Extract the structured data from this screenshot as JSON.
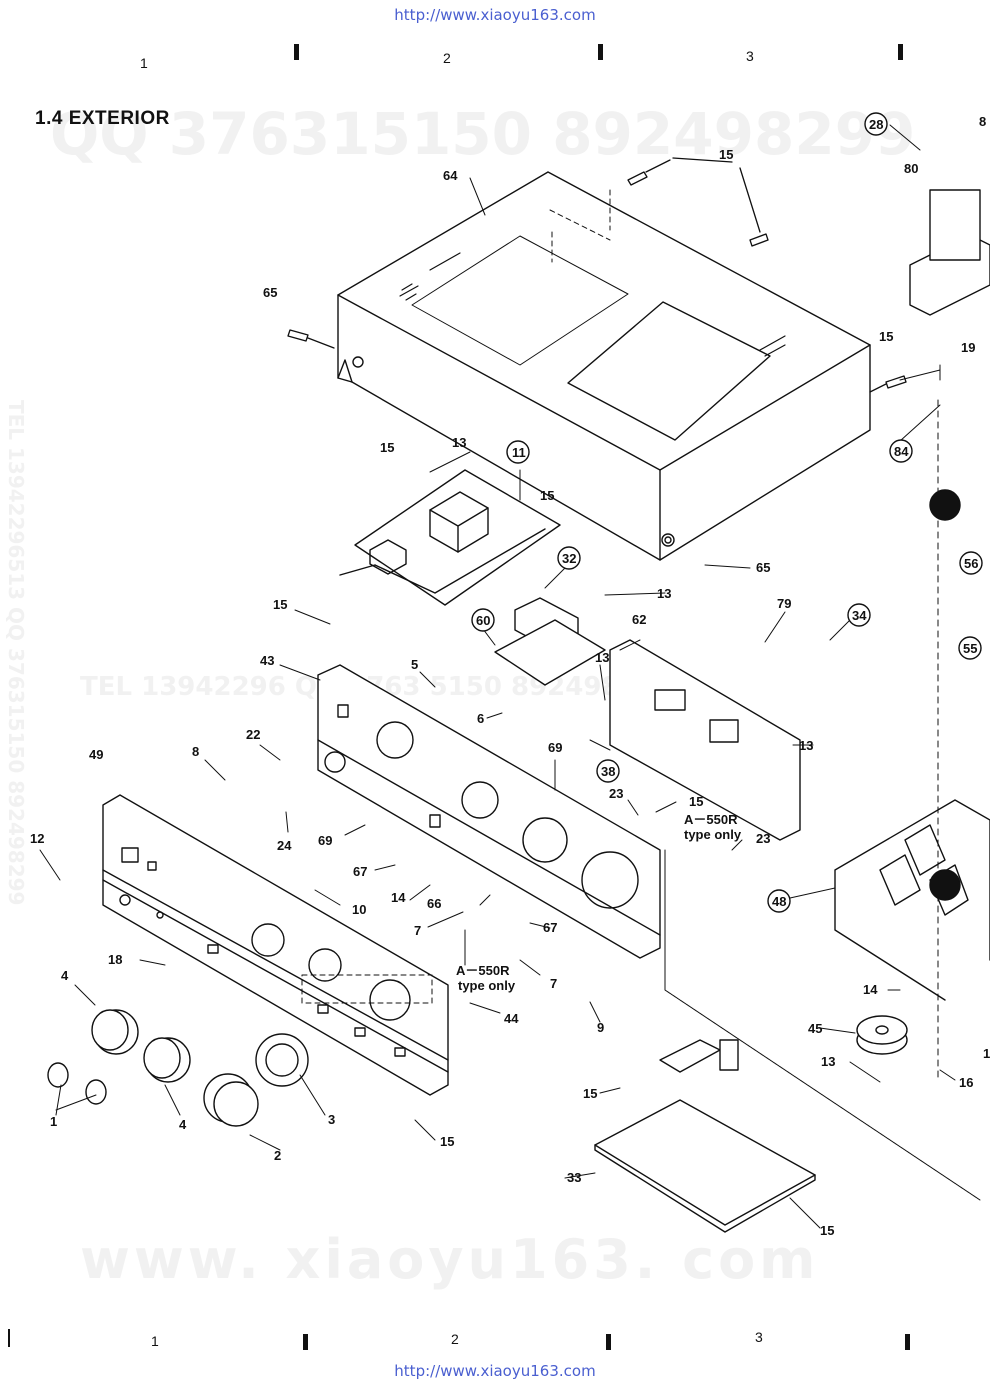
{
  "source_url": "http://www.xiaoyu163.com",
  "watermarks": {
    "qq_numbers": "QQ 376315150   892498299",
    "site": "www. xiaoyu163. com",
    "tel_row": "TEL  13942296  QQ 3763 5150  8924982 9",
    "tel_vertical": "TEL 13942296513  QQ 376315150  892498299"
  },
  "zones": {
    "top": [
      "1",
      "2",
      "3"
    ],
    "bottom": [
      "1",
      "2",
      "3"
    ]
  },
  "section_title": "1.4 EXTERIOR",
  "part_labels": [
    {
      "id": "p64",
      "text": "64"
    },
    {
      "id": "p15a",
      "text": "15"
    },
    {
      "id": "p28",
      "text": "28"
    },
    {
      "id": "p8r",
      "text": "8"
    },
    {
      "id": "p80",
      "text": "80"
    },
    {
      "id": "p65a",
      "text": "65"
    },
    {
      "id": "p15b",
      "text": "15"
    },
    {
      "id": "p19",
      "text": "19"
    },
    {
      "id": "p84",
      "text": "84"
    },
    {
      "id": "p15c",
      "text": "15"
    },
    {
      "id": "p13a",
      "text": "13"
    },
    {
      "id": "p11",
      "text": "11"
    },
    {
      "id": "p15d",
      "text": "15"
    },
    {
      "id": "p56",
      "text": "56"
    },
    {
      "id": "p65b",
      "text": "65"
    },
    {
      "id": "p32",
      "text": "32"
    },
    {
      "id": "p13b",
      "text": "13"
    },
    {
      "id": "p79",
      "text": "79"
    },
    {
      "id": "p34",
      "text": "34"
    },
    {
      "id": "p15e",
      "text": "15"
    },
    {
      "id": "p60",
      "text": "60"
    },
    {
      "id": "p62",
      "text": "62"
    },
    {
      "id": "p55",
      "text": "55"
    },
    {
      "id": "p43",
      "text": "43"
    },
    {
      "id": "p5",
      "text": "5"
    },
    {
      "id": "p13c",
      "text": "13"
    },
    {
      "id": "p6",
      "text": "6"
    },
    {
      "id": "p22",
      "text": "22"
    },
    {
      "id": "p8",
      "text": "8"
    },
    {
      "id": "p49",
      "text": "49"
    },
    {
      "id": "p69a",
      "text": "69"
    },
    {
      "id": "p38",
      "text": "38"
    },
    {
      "id": "p13d",
      "text": "13"
    },
    {
      "id": "p23a",
      "text": "23"
    },
    {
      "id": "p15f",
      "text": "15"
    },
    {
      "id": "p24",
      "text": "24"
    },
    {
      "id": "p69b",
      "text": "69"
    },
    {
      "id": "p23b",
      "text": "23"
    },
    {
      "id": "p12",
      "text": "12"
    },
    {
      "id": "p67a",
      "text": "67"
    },
    {
      "id": "p14a",
      "text": "14"
    },
    {
      "id": "p10",
      "text": "10"
    },
    {
      "id": "p66",
      "text": "66"
    },
    {
      "id": "p48",
      "text": "48"
    },
    {
      "id": "p7a",
      "text": "7"
    },
    {
      "id": "p67b",
      "text": "67"
    },
    {
      "id": "p18",
      "text": "18"
    },
    {
      "id": "p7b",
      "text": "7"
    },
    {
      "id": "p4a",
      "text": "4"
    },
    {
      "id": "p14b",
      "text": "14"
    },
    {
      "id": "p44",
      "text": "44"
    },
    {
      "id": "p9",
      "text": "9"
    },
    {
      "id": "p45",
      "text": "45"
    },
    {
      "id": "p1",
      "text": "1"
    },
    {
      "id": "p4b",
      "text": "4"
    },
    {
      "id": "p3",
      "text": "3"
    },
    {
      "id": "p13e",
      "text": "13"
    },
    {
      "id": "p16",
      "text": "16"
    },
    {
      "id": "p15g",
      "text": "15"
    },
    {
      "id": "p15h",
      "text": "15"
    },
    {
      "id": "p2",
      "text": "2"
    },
    {
      "id": "p33",
      "text": "33"
    },
    {
      "id": "p15i",
      "text": "15"
    },
    {
      "id": "p1r",
      "text": "1"
    }
  ],
  "notes": [
    {
      "id": "n1a",
      "text": "A－550R"
    },
    {
      "id": "n1b",
      "text": "type only"
    },
    {
      "id": "n2a",
      "text": "A－550R"
    },
    {
      "id": "n2b",
      "text": "type only"
    }
  ]
}
